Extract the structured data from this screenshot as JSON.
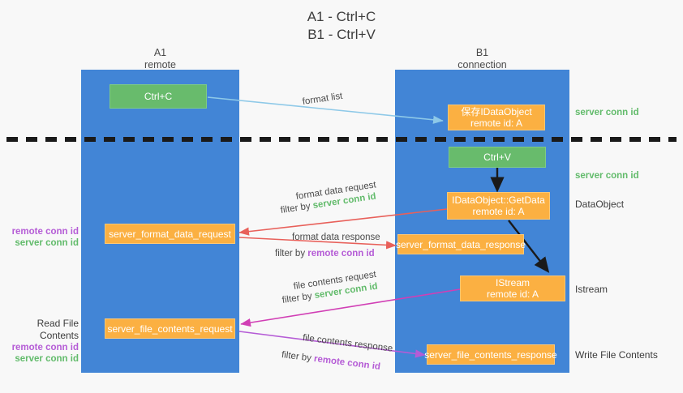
{
  "title": "A1 - Ctrl+C\nB1 - Ctrl+V",
  "columns": {
    "left": "A1\nremote",
    "right": "B1\nconnection"
  },
  "colors": {
    "lane": "#4285d6",
    "green_box": "#68bb6c",
    "orange_box": "#fbb042",
    "server_conn": "#62bb6b",
    "remote_conn": "#b55cd6",
    "arrow_blue": "#8ec9e8",
    "arrow_red": "#e8605a",
    "arrow_magenta": "#d13fb5",
    "arrow_purple": "#b55cd6",
    "arrow_black": "#1a1a1a",
    "background": "#f8f8f8"
  },
  "nodes": {
    "ctrl_c": "Ctrl+C",
    "ctrl_v": "Ctrl+V",
    "save_dataobject": "保存IDataObject\nremote id: A",
    "getdata": "IDataObject::GetData\nremote id: A",
    "istream": "IStream\nremote id: A",
    "server_format_data_request": "server_format_data_request",
    "server_format_data_response": "server_format_data_response",
    "server_file_contents_request": "server_file_contents_request",
    "server_file_contents_response": "server_file_contents_response"
  },
  "right_labels": {
    "server_conn_id_top": "server conn id",
    "server_conn_id_mid": "server conn id",
    "dataobject": "DataObject",
    "istream": "Istream",
    "write_file_contents": "Write File Contents"
  },
  "left_labels": {
    "read_file_contents": "Read File Contents",
    "remote_conn_id": "remote conn id",
    "server_conn_id": "server conn id"
  },
  "edges": {
    "format_list": "format list",
    "format_data_request": "format data request",
    "format_data_request_filter_prefix": "filter by ",
    "format_data_request_filter_value": "server conn id",
    "format_data_response": "format data response",
    "format_data_response_filter_prefix": "filter by ",
    "format_data_response_filter_value": "remote conn id",
    "file_contents_request": "file contents request",
    "file_contents_request_filter_prefix": "filter by ",
    "file_contents_request_filter_value": "server conn id",
    "file_contents_response": "file contents response",
    "file_contents_response_filter_prefix": "filter by ",
    "file_contents_response_filter_value": "remote conn id"
  }
}
